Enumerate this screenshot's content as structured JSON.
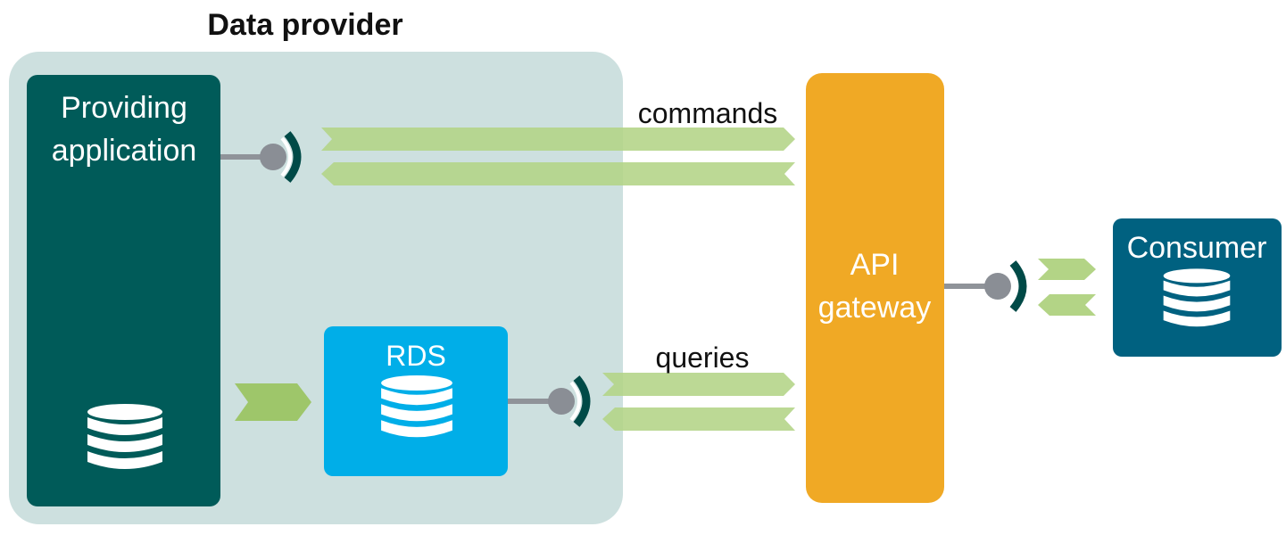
{
  "group": {
    "title": "Data provider"
  },
  "nodes": {
    "providing_app": {
      "line1": "Providing",
      "line2": "application"
    },
    "rds": {
      "label": "RDS"
    },
    "api_gateway": {
      "line1": "API",
      "line2": "gateway"
    },
    "consumer": {
      "label": "Consumer"
    }
  },
  "edges": {
    "commands": "commands",
    "queries": "queries"
  },
  "colors": {
    "group_bg": "#cde0df",
    "providing_app": "#005b59",
    "rds": "#00aee8",
    "api_gateway": "#f0a925",
    "consumer": "#006180",
    "arrow": "#b3d486",
    "arrow_dark": "#9ec66a",
    "connector_line": "#8f9399",
    "connector_ball": "#8a8e95",
    "socket": "#004a47"
  },
  "icons": {
    "database": "database-icon",
    "connector": "interface-connector-icon"
  }
}
